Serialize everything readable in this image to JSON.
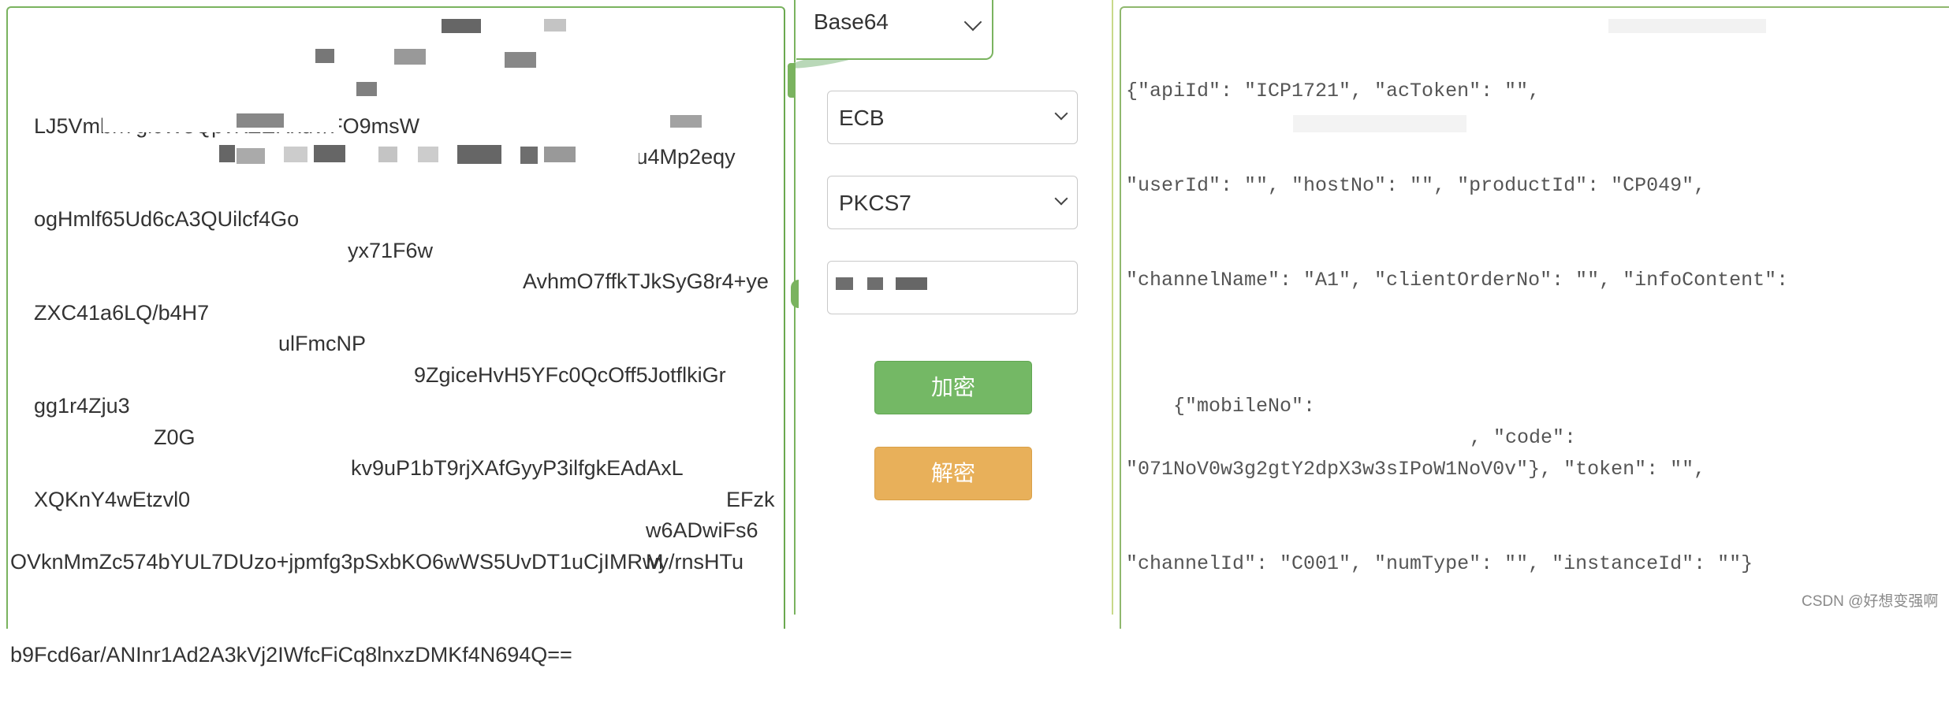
{
  "cipher": {
    "lines": [
      "LJ5Vmbh7gicW8QpvKZERxdv/FO9msW",
      "ZU5ONu4Mp2eqy",
      "ogHmlf65Ud6cA3QUilcf4Go",
      "yx71F6w",
      "AvhmO7ffkTJkSyG8r4+ye",
      "ZXC41a6LQ/b4H7",
      "ulFmcNP",
      "9ZgiceHvH5YFc0QcOff5JotflkiGr",
      "gg1r4Zju3",
      "Z0G",
      "kv9uP1bT9rjXAfGyyP3ilfgkEAdAxL",
      "EFzk",
      "XQKnY4wEtzvl0",
      "w6ADwiFs6M",
      "OVknMmZc574bYUL7DUzo+jpmfg3pSxbKO6wWS5UvDT1uCjIMRwy/rnsHTu",
      "b9Fcd6ar/ANInr1Ad2A3kVj2IWfcFiCq8lnxzDMKf4N694Q=="
    ]
  },
  "controls": {
    "encoding": "Base64",
    "mode": "ECB",
    "padding": "PKCS7",
    "encrypt_label": "加密",
    "decrypt_label": "解密"
  },
  "plaintext": {
    "lines": [
      "{\"apiId\": \"ICP1721\", \"acToken\": \"\",",
      "\"userId\": \"\", \"hostNo\": \"\", \"productId\": \"CP049\",",
      "\"channelName\": \"A1\", \"clientOrderNo\": \"\", \"infoContent\":",
      "{\"mobileNo\":",
      ", \"code\":",
      "\"071NoV0w3g2gtY2dpX3w3sIPoW1NoV0v\"}, \"token\": \"\",",
      "\"channelId\": \"C001\", \"numType\": \"\", \"instanceId\": \"\"}"
    ]
  },
  "watermark": "CSDN @好想变强啊",
  "colors": {
    "green": "#74b865",
    "orange": "#e8b05a",
    "border": "#7ab35f"
  }
}
